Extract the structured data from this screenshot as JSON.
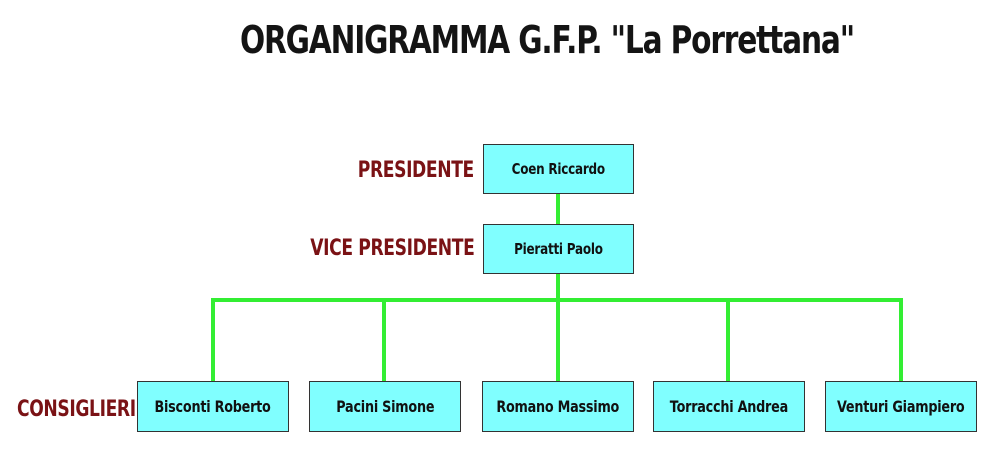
{
  "title": "ORGANIGRAMMA G.F.P. \"La Porrettana\"",
  "roles": {
    "president": "PRESIDENTE",
    "vice_president": "VICE PRESIDENTE",
    "councillors": "CONSIGLIERI"
  },
  "president": {
    "name": "Coen Riccardo"
  },
  "vice_president": {
    "name": "Pieratti Paolo"
  },
  "councillors": [
    {
      "name": "Bisconti Roberto"
    },
    {
      "name": "Pacini Simone"
    },
    {
      "name": "Romano Massimo"
    },
    {
      "name": "Torracchi Andrea"
    },
    {
      "name": "Venturi Giampiero"
    }
  ],
  "colors": {
    "box_fill": "#80ffff",
    "connector": "#33ee33",
    "role_label": "#7a1215",
    "title": "#141414"
  }
}
